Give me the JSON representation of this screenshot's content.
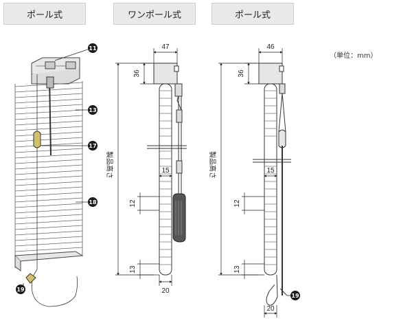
{
  "tabs": [
    {
      "label": "ポール式"
    },
    {
      "label": "ワンポール式"
    },
    {
      "label": "ポール式"
    }
  ],
  "unit_note": "（単位：mm）",
  "callouts": [
    "11",
    "13",
    "17",
    "18",
    "19"
  ],
  "diagram_one_pole": {
    "width_label": "47",
    "head_height_label": "36",
    "slat_pitch_label": "15",
    "gap_label": "12",
    "bottom_gap_label": "13",
    "bottom_width_label": "20",
    "product_height_label": "製品高さ"
  },
  "diagram_pole": {
    "width_label": "46",
    "head_height_label": "36",
    "slat_pitch_label": "15",
    "gap_label": "12",
    "bottom_gap_label": "13",
    "bottom_width_label": "20",
    "product_height_label": "製品高さ"
  }
}
